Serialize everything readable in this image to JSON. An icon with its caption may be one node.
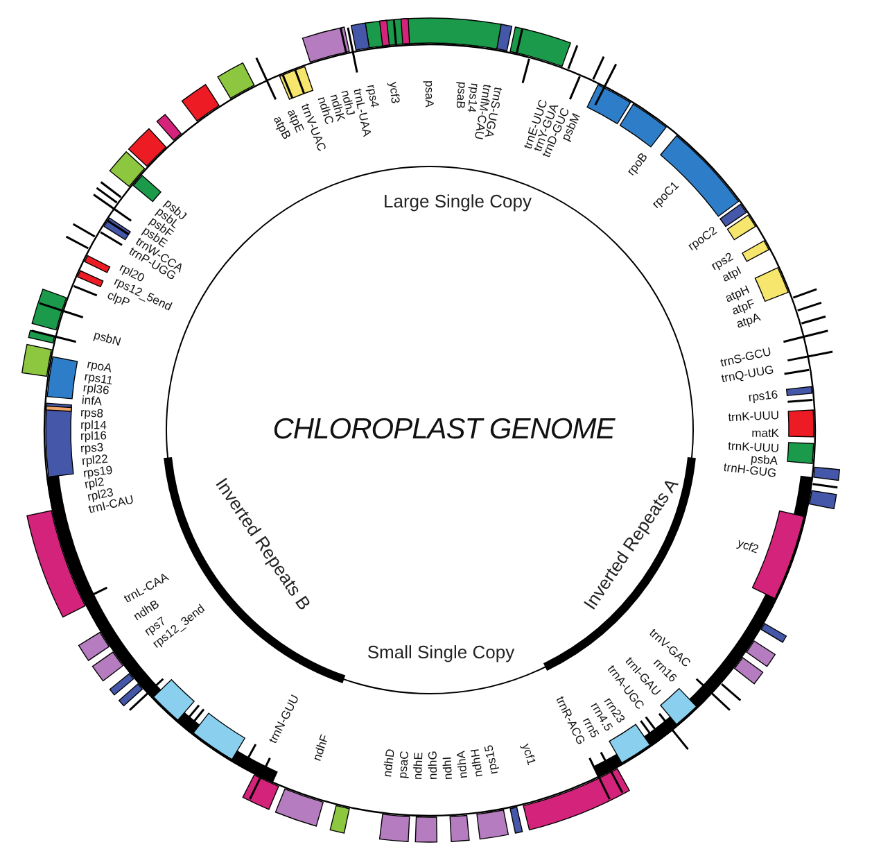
{
  "diagram": {
    "title": "CHLOROPLAST GENOME",
    "labels": [
      "Large Single Copy",
      "Inverted Repeats B",
      "Inverted Repeats A",
      "Small Single Copy",
      "atpB",
      "atpE",
      "trnV-UAC",
      "ndhC",
      "ndhK",
      "ndhJ",
      "trnL-UAA",
      "rps4",
      "ycf3",
      "psaA",
      "psaB",
      "rps14",
      "trnfM-CAU",
      "trnS-UGA",
      "trnE-UUC",
      "trnY-GUA",
      "trnD-GUC",
      "psbM",
      "rpoB",
      "rpoC1",
      "rpoC2",
      "rps2",
      "atpI",
      "atpH",
      "atpF",
      "atpA",
      "trnS-GCU",
      "trnQ-UUG",
      "rps16",
      "trnK-UUU",
      "matK",
      "trnK-UUU",
      "psbA",
      "trnH-GUG",
      "ycf2",
      "trnV-GAC",
      "rrn16",
      "trnI-GAU",
      "trnA-UGC",
      "rrn23",
      "rrn4.5",
      "rrn5",
      "trnR-ACG",
      "ycf1",
      "rps15",
      "ndhH",
      "ndhA",
      "ndhI",
      "ndhG",
      "ndhE",
      "psaC",
      "ndhD",
      "ndhF",
      "trnN-GUU",
      "rps12_3end",
      "rps7",
      "ndhB",
      "trnL-CAA",
      "trnI-CAU",
      "rpl23",
      "rpl2",
      "rps19",
      "rpl22",
      "rps3",
      "rpl16",
      "rpl14",
      "rps8",
      "infA",
      "rpl36",
      "rps11",
      "rpoA",
      "psbN",
      "clpP",
      "rps12_5end",
      "rpl20",
      "trnP-UGG",
      "trnW-CCA",
      "psbE",
      "psbF",
      "psbL",
      "psbJ"
    ]
  }
}
